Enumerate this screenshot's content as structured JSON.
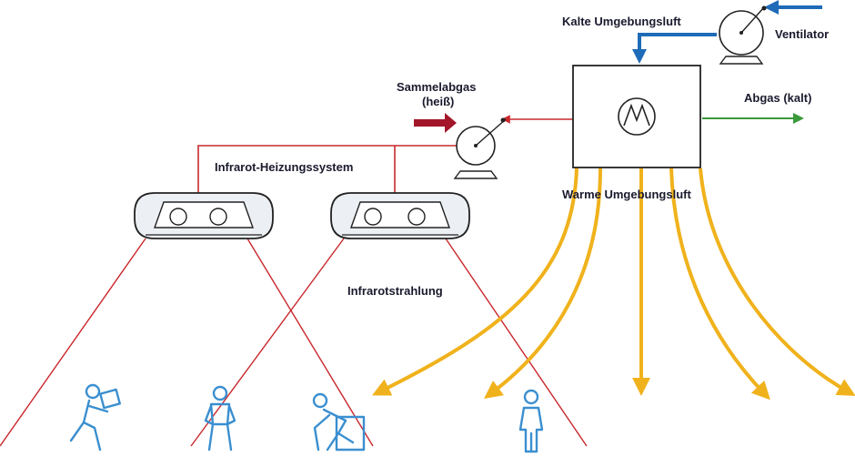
{
  "labels": {
    "cold_air": "Kalte Umgebungsluft",
    "fan": "Ventilator",
    "collected_exhaust_line1": "Sammelabgas",
    "collected_exhaust_line2": "(heiß)",
    "exhaust_cold": "Abgas (kalt)",
    "heating_system": "Infrarot-Heizungssystem",
    "warm_air": "Warme Umgebungsluft",
    "radiation": "Infrarotstrahlung"
  },
  "colors": {
    "pipe_red": "#c8282d",
    "exhaust_hot": "#a3162a",
    "cold_air_blue": "#1e6bb8",
    "exhaust_green": "#3a9a3a",
    "warm_air_yellow": "#f0b21c",
    "figure_blue": "#3a8fd0",
    "outline": "#222222",
    "heater_fill": "#eceff3"
  },
  "icons": [
    "fan-icon",
    "heat-exchanger-icon",
    "blower-icon",
    "infrared-heater-icon",
    "person-icon"
  ]
}
